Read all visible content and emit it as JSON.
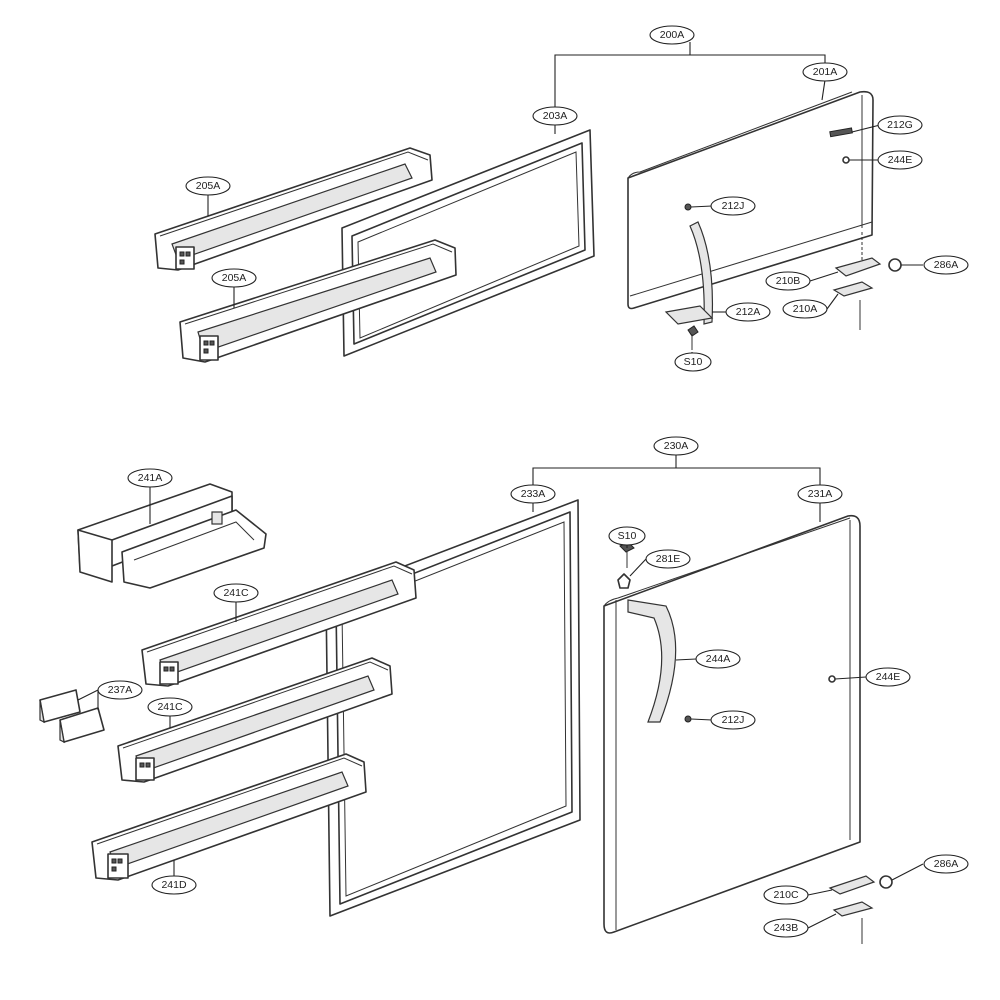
{
  "callouts": {
    "c200A": "200A",
    "c201A": "201A",
    "c203A": "203A",
    "c205A_top": "205A",
    "c205A_bottom": "205A",
    "c212G": "212G",
    "c244E_top": "244E",
    "c212J_top": "212J",
    "c286A_top": "286A",
    "c210B": "210B",
    "c210A": "210A",
    "c212A": "212A",
    "c S10_top": "S10",
    "cS10_top": "S10",
    "c230A": "230A",
    "c241A": "241A",
    "c233A": "233A",
    "c231A": "231A",
    "cS10_bottom": "S10",
    "c281E": "281E",
    "c241C_top": "241C",
    "c241C_bottom": "241C",
    "c237A": "237A",
    "c244A": "244A",
    "c244E_bottom": "244E",
    "c212J_bottom": "212J",
    "c241D": "241D",
    "c286A_bottom": "286A",
    "c210C": "210C",
    "c243B": "243B"
  }
}
